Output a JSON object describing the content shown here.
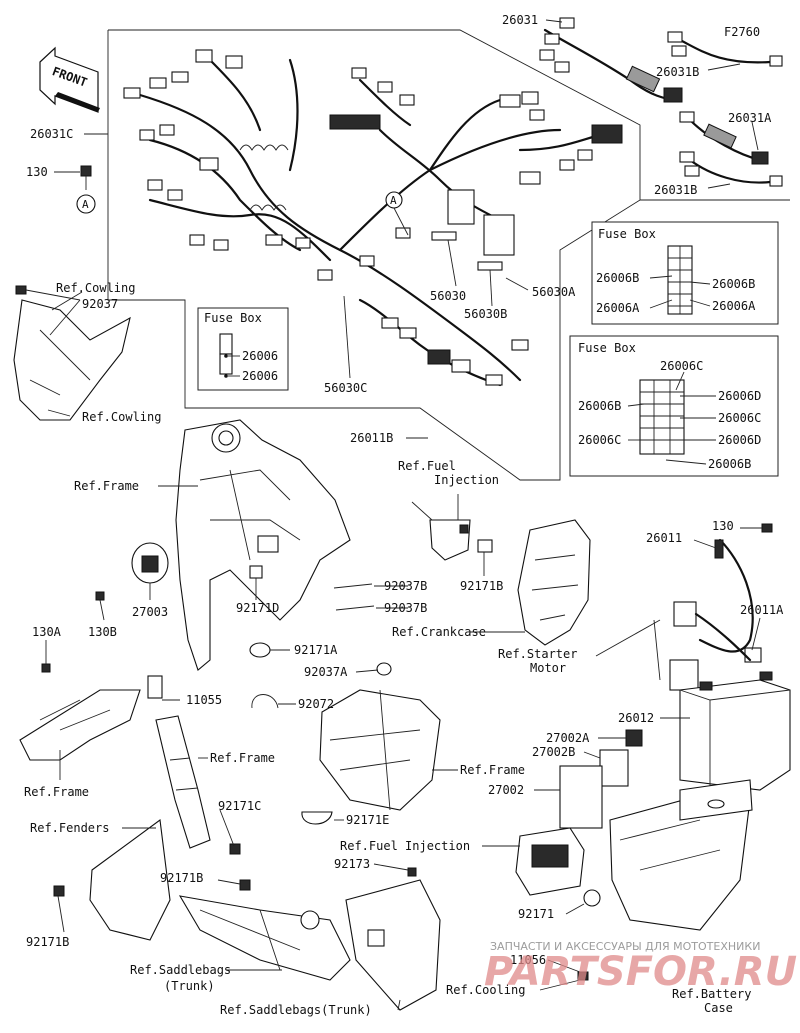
{
  "diagram_code": "F2760",
  "front_label": "FRONT",
  "labels": {
    "p26031": "26031",
    "p26031B_top": "26031B",
    "p26031A": "26031A",
    "p26031B_bot": "26031B",
    "p26031C": "26031C",
    "p130_top": "130",
    "callout_A_left": "A",
    "callout_A_mid": "A",
    "p56030": "56030",
    "p56030A": "56030A",
    "p56030B": "56030B",
    "p56030C": "56030C",
    "ref_cowling_top": "Ref.Cowling",
    "p92037": "92037",
    "ref_cowling_bot": "Ref.Cowling",
    "p26006_1": "26006",
    "p26006_2": "26006",
    "p26011B": "26011B",
    "ref_fuel_injection_top": "Ref.Fuel\nInjection",
    "ref_frame_top": "Ref.Frame",
    "p92171B_mid": "92171B",
    "p27003": "27003",
    "p130B": "130B",
    "p92171D": "92171D",
    "p92037B_1": "92037B",
    "p92037B_2": "92037B",
    "ref_crankcase": "Ref.Crankcase",
    "p26011": "26011",
    "p130_right": "130",
    "p26011A": "26011A",
    "ref_starter_motor": "Ref.Starter\nMotor",
    "p92171A": "92171A",
    "p130A": "130A",
    "p11055": "11055",
    "p92037A": "92037A",
    "p92072": "92072",
    "ref_frame_left": "Ref.Frame",
    "ref_frame_mid": "Ref.Frame",
    "ref_frame_right": "Ref.Frame",
    "p26012": "26012",
    "p27002A": "27002A",
    "p27002B": "27002B",
    "p27002": "27002",
    "p92171C": "92171C",
    "ref_fenders": "Ref.Fenders",
    "p92171E": "92171E",
    "ref_fuel_injection_bot": "Ref.Fuel Injection",
    "p92173": "92173",
    "p92171B_low": "92171B",
    "p92171": "92171",
    "p92171B_left": "92171B",
    "ref_saddlebags_trunk_1": "Ref.Saddlebags\n(Trunk)",
    "ref_saddlebags_trunk_2": "Ref.Saddlebags(Trunk)",
    "p11056": "11056",
    "ref_cooling": "Ref.Cooling",
    "ref_battery_case": "Ref.Battery\nCase"
  },
  "fuse_box_small": {
    "title": "Fuse Box",
    "items": [
      "26006",
      "26006"
    ]
  },
  "fuse_box_right_1": {
    "title": "Fuse Box",
    "left": [
      "26006B",
      "26006A"
    ],
    "right": [
      "26006B",
      "26006A"
    ]
  },
  "fuse_box_right_2": {
    "title": "Fuse Box",
    "top": "26006C",
    "left": [
      "26006B",
      "26006C"
    ],
    "right": [
      "26006D",
      "26006C",
      "26006D"
    ],
    "bottom": "26006B"
  },
  "watermark": {
    "text": "ЗАПЧАСТИ И АКСЕССУАРЫ ДЛЯ МОТОТЕХНИКИ",
    "logo": "PARTSFOR.RU"
  }
}
